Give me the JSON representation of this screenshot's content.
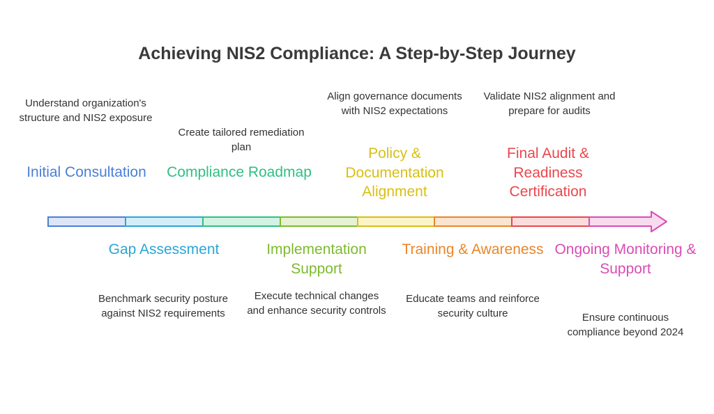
{
  "title": "Achieving NIS2 Compliance: A Step-by-Step Journey",
  "steps": [
    {
      "title": "Initial Consultation",
      "description": "Understand organization's structure and NIS2 exposure",
      "color": "#4a7fd6"
    },
    {
      "title": "Gap Assessment",
      "description": "Benchmark security posture against NIS2 requirements",
      "color": "#2aa6d4"
    },
    {
      "title": "Compliance Roadmap",
      "description": "Create tailored remediation plan",
      "color": "#2fbf82"
    },
    {
      "title": "Implementation Support",
      "description": "Execute technical changes and enhance security controls",
      "color": "#7dba2e"
    },
    {
      "title": "Policy & Documentation Alignment",
      "description": "Align governance documents with NIS2 expectations",
      "color": "#d8bf14"
    },
    {
      "title": "Training & Awareness",
      "description": "Educate teams and reinforce security culture",
      "color": "#e9862a"
    },
    {
      "title": "Final Audit & Readiness Certification",
      "description": "Validate NIS2 alignment and prepare for audits",
      "color": "#e8474c"
    },
    {
      "title": "Ongoing Monitoring & Support",
      "description": "Ensure continuous compliance beyond 2024",
      "color": "#db4cb4"
    }
  ]
}
